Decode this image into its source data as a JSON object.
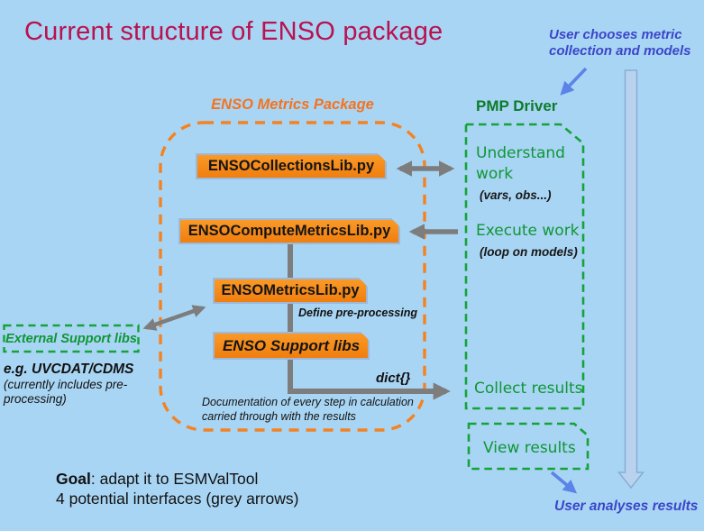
{
  "title": "Current structure of ENSO package",
  "top_note": {
    "line1": "User chooses metric",
    "line2": "collection and models"
  },
  "package": {
    "label": "ENSO Metrics Package",
    "modules": [
      {
        "name": "ENSOCollectionsLib.py"
      },
      {
        "name": "ENSOComputeMetricsLib.py"
      },
      {
        "name": "ENSOMetricsLib.py"
      },
      {
        "name": "ENSO Support libs"
      }
    ],
    "define_note": "Define pre-processing",
    "dict_note": "dict{}",
    "doc_line1": "Documentation of every step in calculation",
    "doc_line2": "carried through with the results"
  },
  "driver": {
    "label": "PMP Driver",
    "understand": "Understand work",
    "understand_sub": "(vars, obs...)",
    "execute": "Execute work",
    "execute_sub": "(loop on models)",
    "collect": "Collect results",
    "view": "View results"
  },
  "external": {
    "label": "External Support libs",
    "example": "e.g. UVCDAT/CDMS",
    "note_line1": "(currently includes pre-",
    "note_line2": "processing)"
  },
  "footer": {
    "goal_bold": "Goal",
    "goal_rest": ": adapt it to ESMValTool",
    "line2": "4 potential interfaces (grey arrows)"
  },
  "bottom_note": "User analyses results",
  "colors": {
    "background": "#a9d5f4",
    "title": "#b8124f",
    "orange_accent": "#f58220",
    "green_accent": "#129a38",
    "blue_text": "#3b46c9",
    "grey_arrow": "#7d7d7d",
    "module_fill": "#f58a1a",
    "big_arrow_fill": "#b9d3ee"
  }
}
